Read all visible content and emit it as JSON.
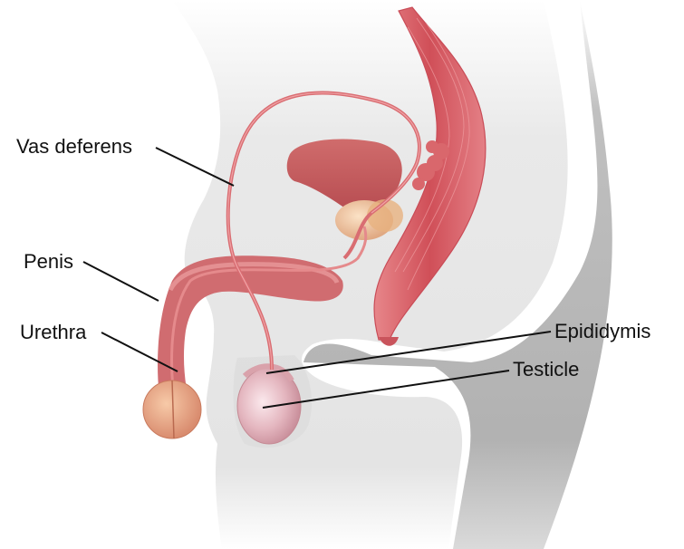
{
  "diagram": {
    "labels": {
      "vas_deferens": "Vas deferens",
      "penis": "Penis",
      "urethra": "Urethra",
      "epididymis": "Epididymis",
      "testicle": "Testicle"
    },
    "colors": {
      "body_light": "#ececec",
      "body_shadow": "#bdbdbd",
      "organ_red": "#d9646a",
      "organ_pink": "#e89a96",
      "bladder": "#c65a5c",
      "testicle": "#e6b8bf",
      "line": "#111111"
    }
  }
}
